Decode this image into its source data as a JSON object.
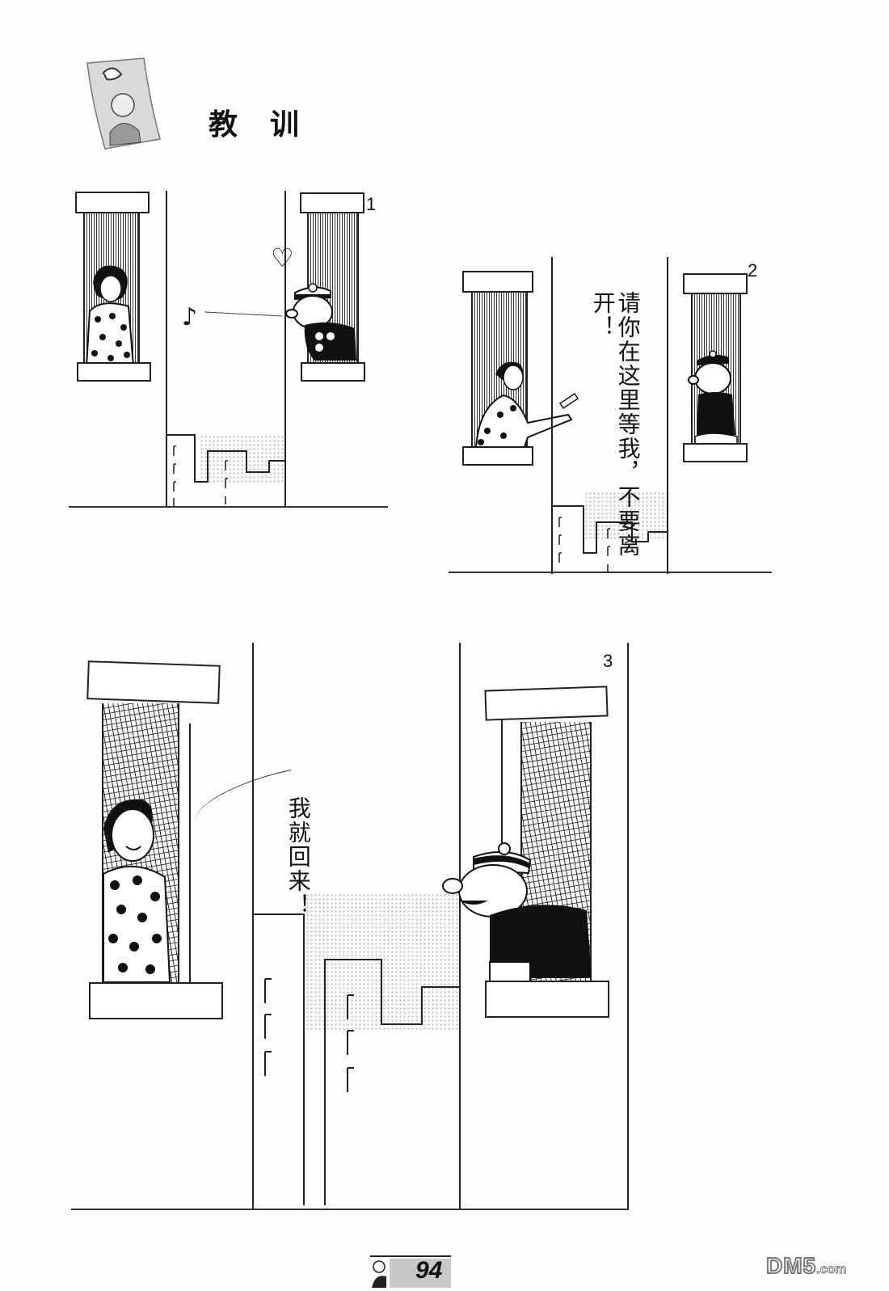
{
  "header": {
    "title": "教 训",
    "title_chars": [
      "教",
      "训"
    ],
    "badge_icon": "pinned-photo-icon"
  },
  "panels": [
    {
      "number": "1",
      "dialogue": [],
      "symbols": [
        "music-note-icon",
        "heart-icon"
      ],
      "note_glyph": "♪",
      "heart_glyph": "♡"
    },
    {
      "number": "2",
      "dialogue": [
        {
          "speaker": "woman",
          "lines": [
            "请你在这里等",
            "我，不要离开！"
          ]
        }
      ]
    },
    {
      "number": "3",
      "dialogue": [
        {
          "speaker": "woman",
          "lines": [
            "我就回来！"
          ]
        }
      ]
    }
  ],
  "footer": {
    "page_number": "94",
    "watermark": "DM5",
    "watermark_suffix": ".com"
  },
  "colors": {
    "ink": "#111111",
    "paper": "#fdfdfd",
    "screen_tone": "#bbbbbb",
    "page_tab": "#c8c8c8",
    "watermark": "#777777"
  }
}
